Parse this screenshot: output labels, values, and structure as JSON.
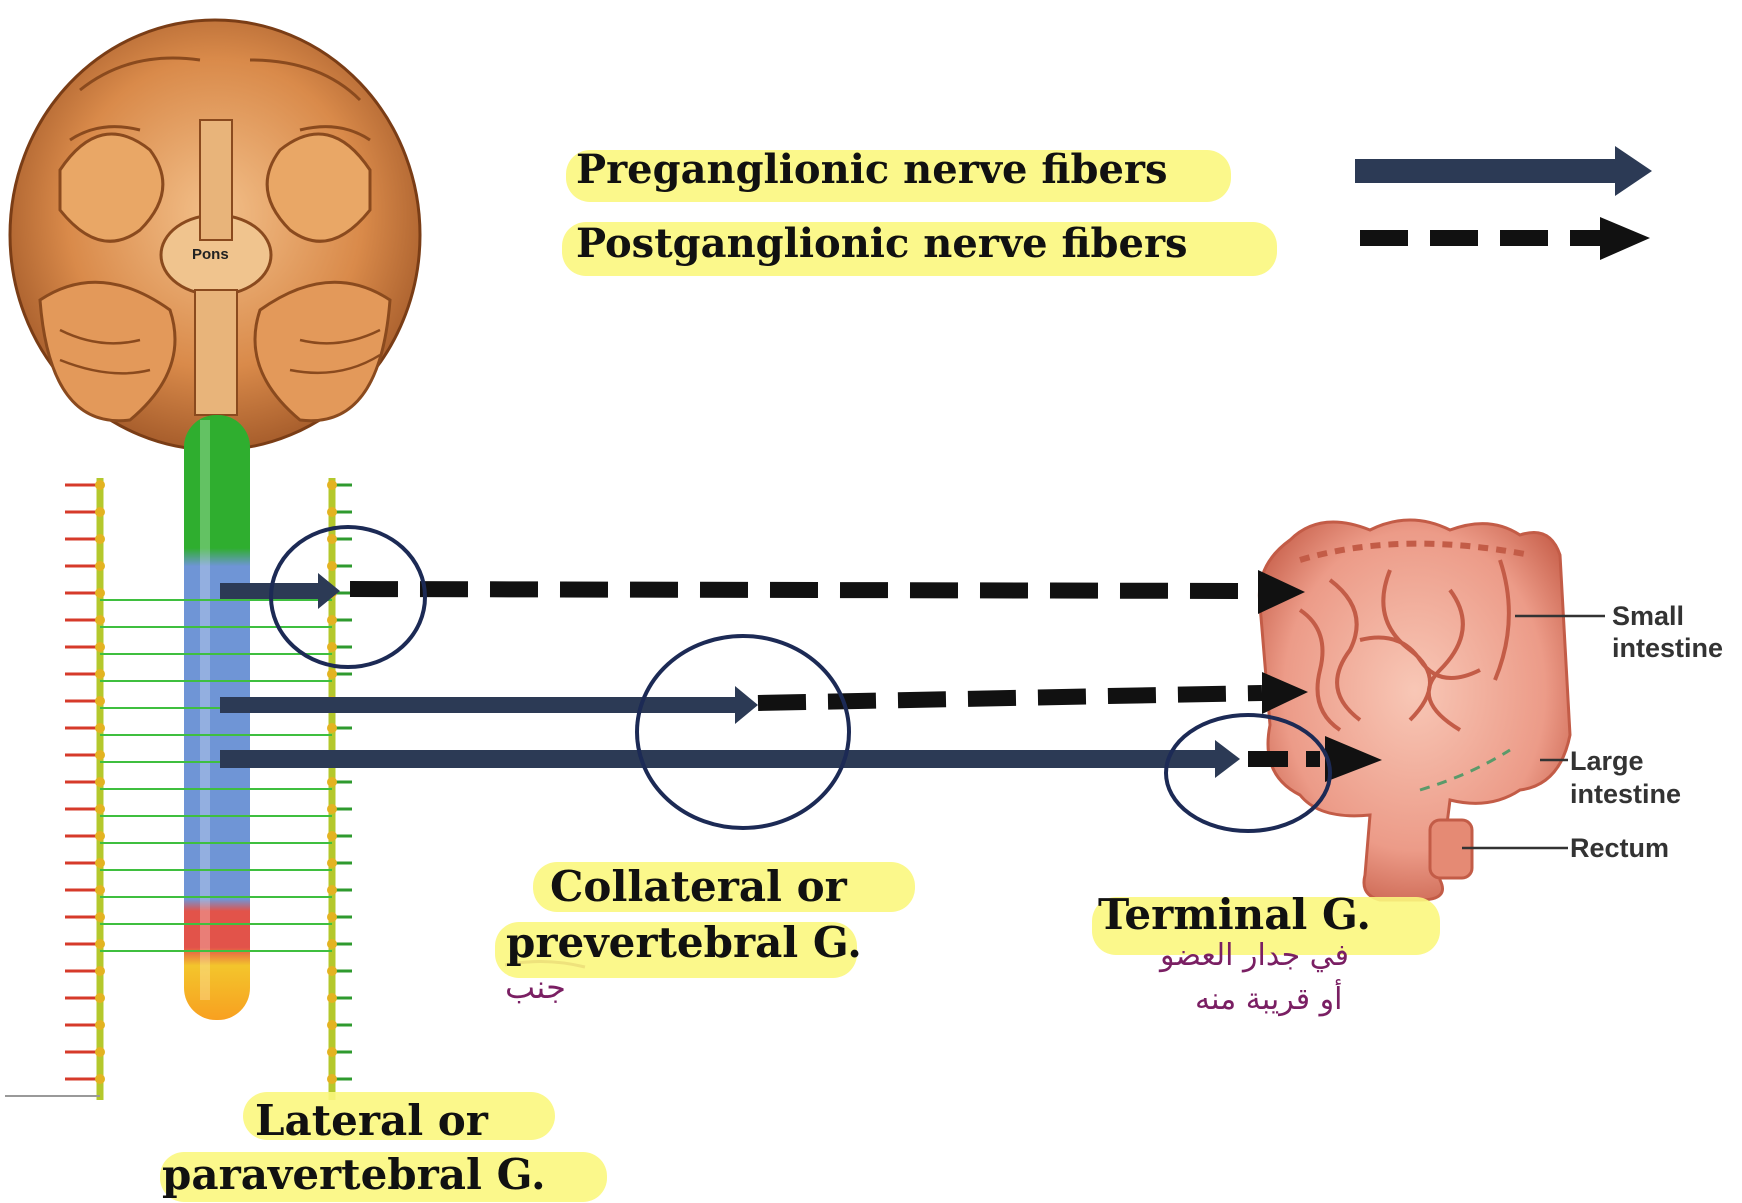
{
  "legend": {
    "pre_label": "Preganglionic nerve fibers",
    "post_label": "Postganglionic nerve fibers"
  },
  "brain": {
    "pons_label": "Pons"
  },
  "ganglia": {
    "lateral_line1": "Lateral or",
    "lateral_line2": "paravertebral  G.",
    "collateral_line1": "Collateral or",
    "collateral_line2": "prevertebral  G.",
    "terminal": "Terminal G."
  },
  "organs": {
    "small_1": "Small",
    "small_2": "intestine",
    "large_1": "Large",
    "large_2": "intestine",
    "rectum": "Rectum"
  },
  "handwritten": {
    "note_collateral": "جنب",
    "note_terminal_1": "في جدار العضو",
    "note_terminal_2": "أو قريبة منه"
  },
  "colors": {
    "highlight": "#fbf77e",
    "pre_fiber": "#2c3a55",
    "post_fiber": "#111111",
    "circle": "#1c2a55",
    "cord_green": "#2fae2f",
    "cord_blue": "#6f95d6",
    "cord_red": "#e2534a",
    "cord_yellow": "#f3c52c",
    "brain": "#d98a4a",
    "intestine": "#ec9b88",
    "handwriting": "#7a1f63"
  }
}
